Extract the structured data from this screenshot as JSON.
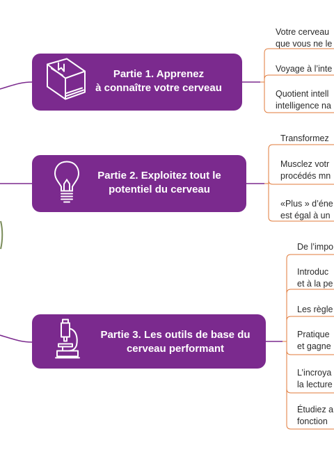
{
  "colors": {
    "accent": "#7b2a8e",
    "line": "#7b2a8e",
    "branch": "#e07a3a"
  },
  "parts": [
    {
      "title": "Partie 1. Apprenez\nà connaître votre cerveau",
      "icon": "book-icon",
      "items": [
        "Votre cerveau\nque vous ne le",
        "Voyage à l’inte",
        "Quotient intell\nintelligence na"
      ]
    },
    {
      "title": "Partie 2. Exploitez tout le\npotentiel du cerveau",
      "icon": "lightbulb-icon",
      "items": [
        "Transformez",
        "Musclez votr\nprocédés mn",
        "«Plus » d’éne\nest égal à un"
      ]
    },
    {
      "title": "Partie 3. Les outils de base du\ncerveau performant",
      "icon": "microscope-icon",
      "items": [
        "De l’impo",
        "Introduc\net à la pe",
        "Les règle",
        "Pratique\net gagne",
        "L’incroya\nla lecture",
        "Étudiez a\nfonction"
      ]
    }
  ]
}
